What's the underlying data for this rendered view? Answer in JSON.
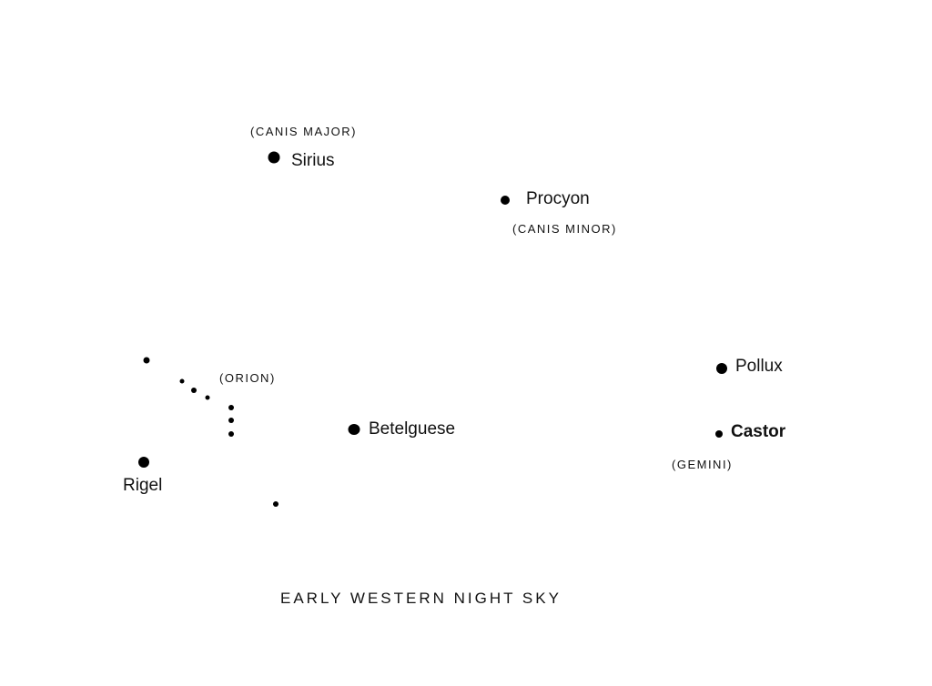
{
  "title": "EARLY WESTERN NIGHT SKY",
  "stars": {
    "sirius": "Sirius",
    "procyon": "Procyon",
    "betelguese": "Betelguese",
    "rigel": "Rigel",
    "pollux": "Pollux",
    "castor": "Castor"
  },
  "constellations": {
    "canis_major": "(CANIS MAJOR)",
    "canis_minor": "(CANIS MINOR)",
    "orion": "(ORION)",
    "gemini": "(GEMINI)"
  }
}
